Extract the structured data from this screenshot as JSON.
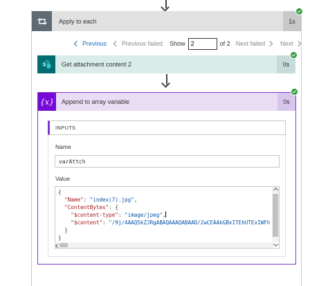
{
  "foreach": {
    "title": "Apply to each",
    "duration": "1s",
    "status_color": "#2e9b3b",
    "icon": "loop-icon"
  },
  "pager": {
    "previous_label": "Previous",
    "previous_failed_label": "Previous failed",
    "show_label": "Show",
    "current_page": "2",
    "of_label": "of 2",
    "next_failed_label": "Next failed",
    "next_label": "Next"
  },
  "attachment_step": {
    "title": "Get attachment content 2",
    "duration": "0s",
    "icon": "sharepoint-icon",
    "icon_glyph": "S",
    "brand_color": "#036c70"
  },
  "append_step": {
    "title": "Append to array variable",
    "duration": "0s",
    "icon": "variable-icon",
    "icon_glyph": "{x}",
    "accent_color": "#7b35c8",
    "inputs_label": "INPUTS",
    "name_label": "Name",
    "name_value": "varAttch",
    "value_label": "Value",
    "value_lines": {
      "l1": "{",
      "l2_key": "\"Name\"",
      "l2_val": "\"index(7).jpg\"",
      "l3_key": "\"ContentBytes\"",
      "l4_key": "\"$content-type\"",
      "l4_val": "\"image/jpeg\"",
      "l5_key": "\"$content\"",
      "l5_val": "\"/9j/4AAQSkZJRgABAQAAAQABAAD/2wCEAAkGBxITEhUTExIWFh",
      "l6": "}",
      "l7": "}"
    }
  }
}
